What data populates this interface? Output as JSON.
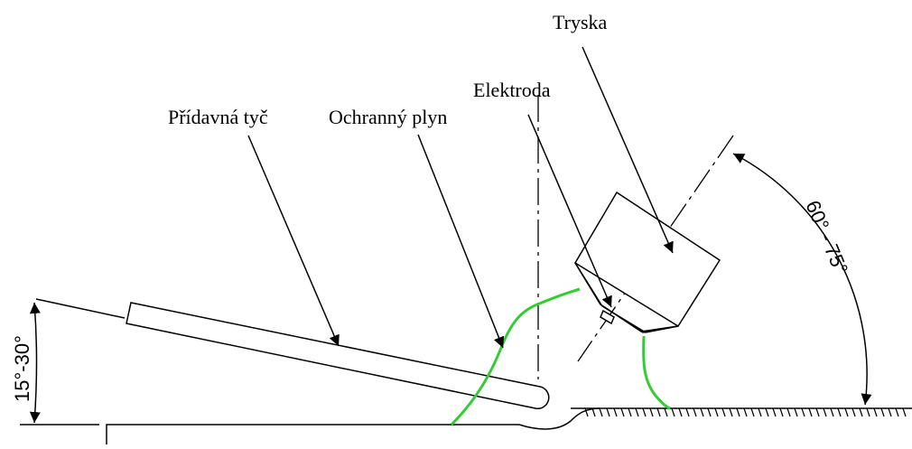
{
  "labels": {
    "nozzle": "Tryska",
    "electrode": "Elektroda",
    "filler_rod": "Přídavná tyč",
    "shielding_gas": "Ochranný plyn"
  },
  "angles": {
    "rod_angle": "15°-30°",
    "torch_angle": "60° - 75°"
  },
  "colors": {
    "line": "#000000",
    "gas": "#33cc33"
  }
}
